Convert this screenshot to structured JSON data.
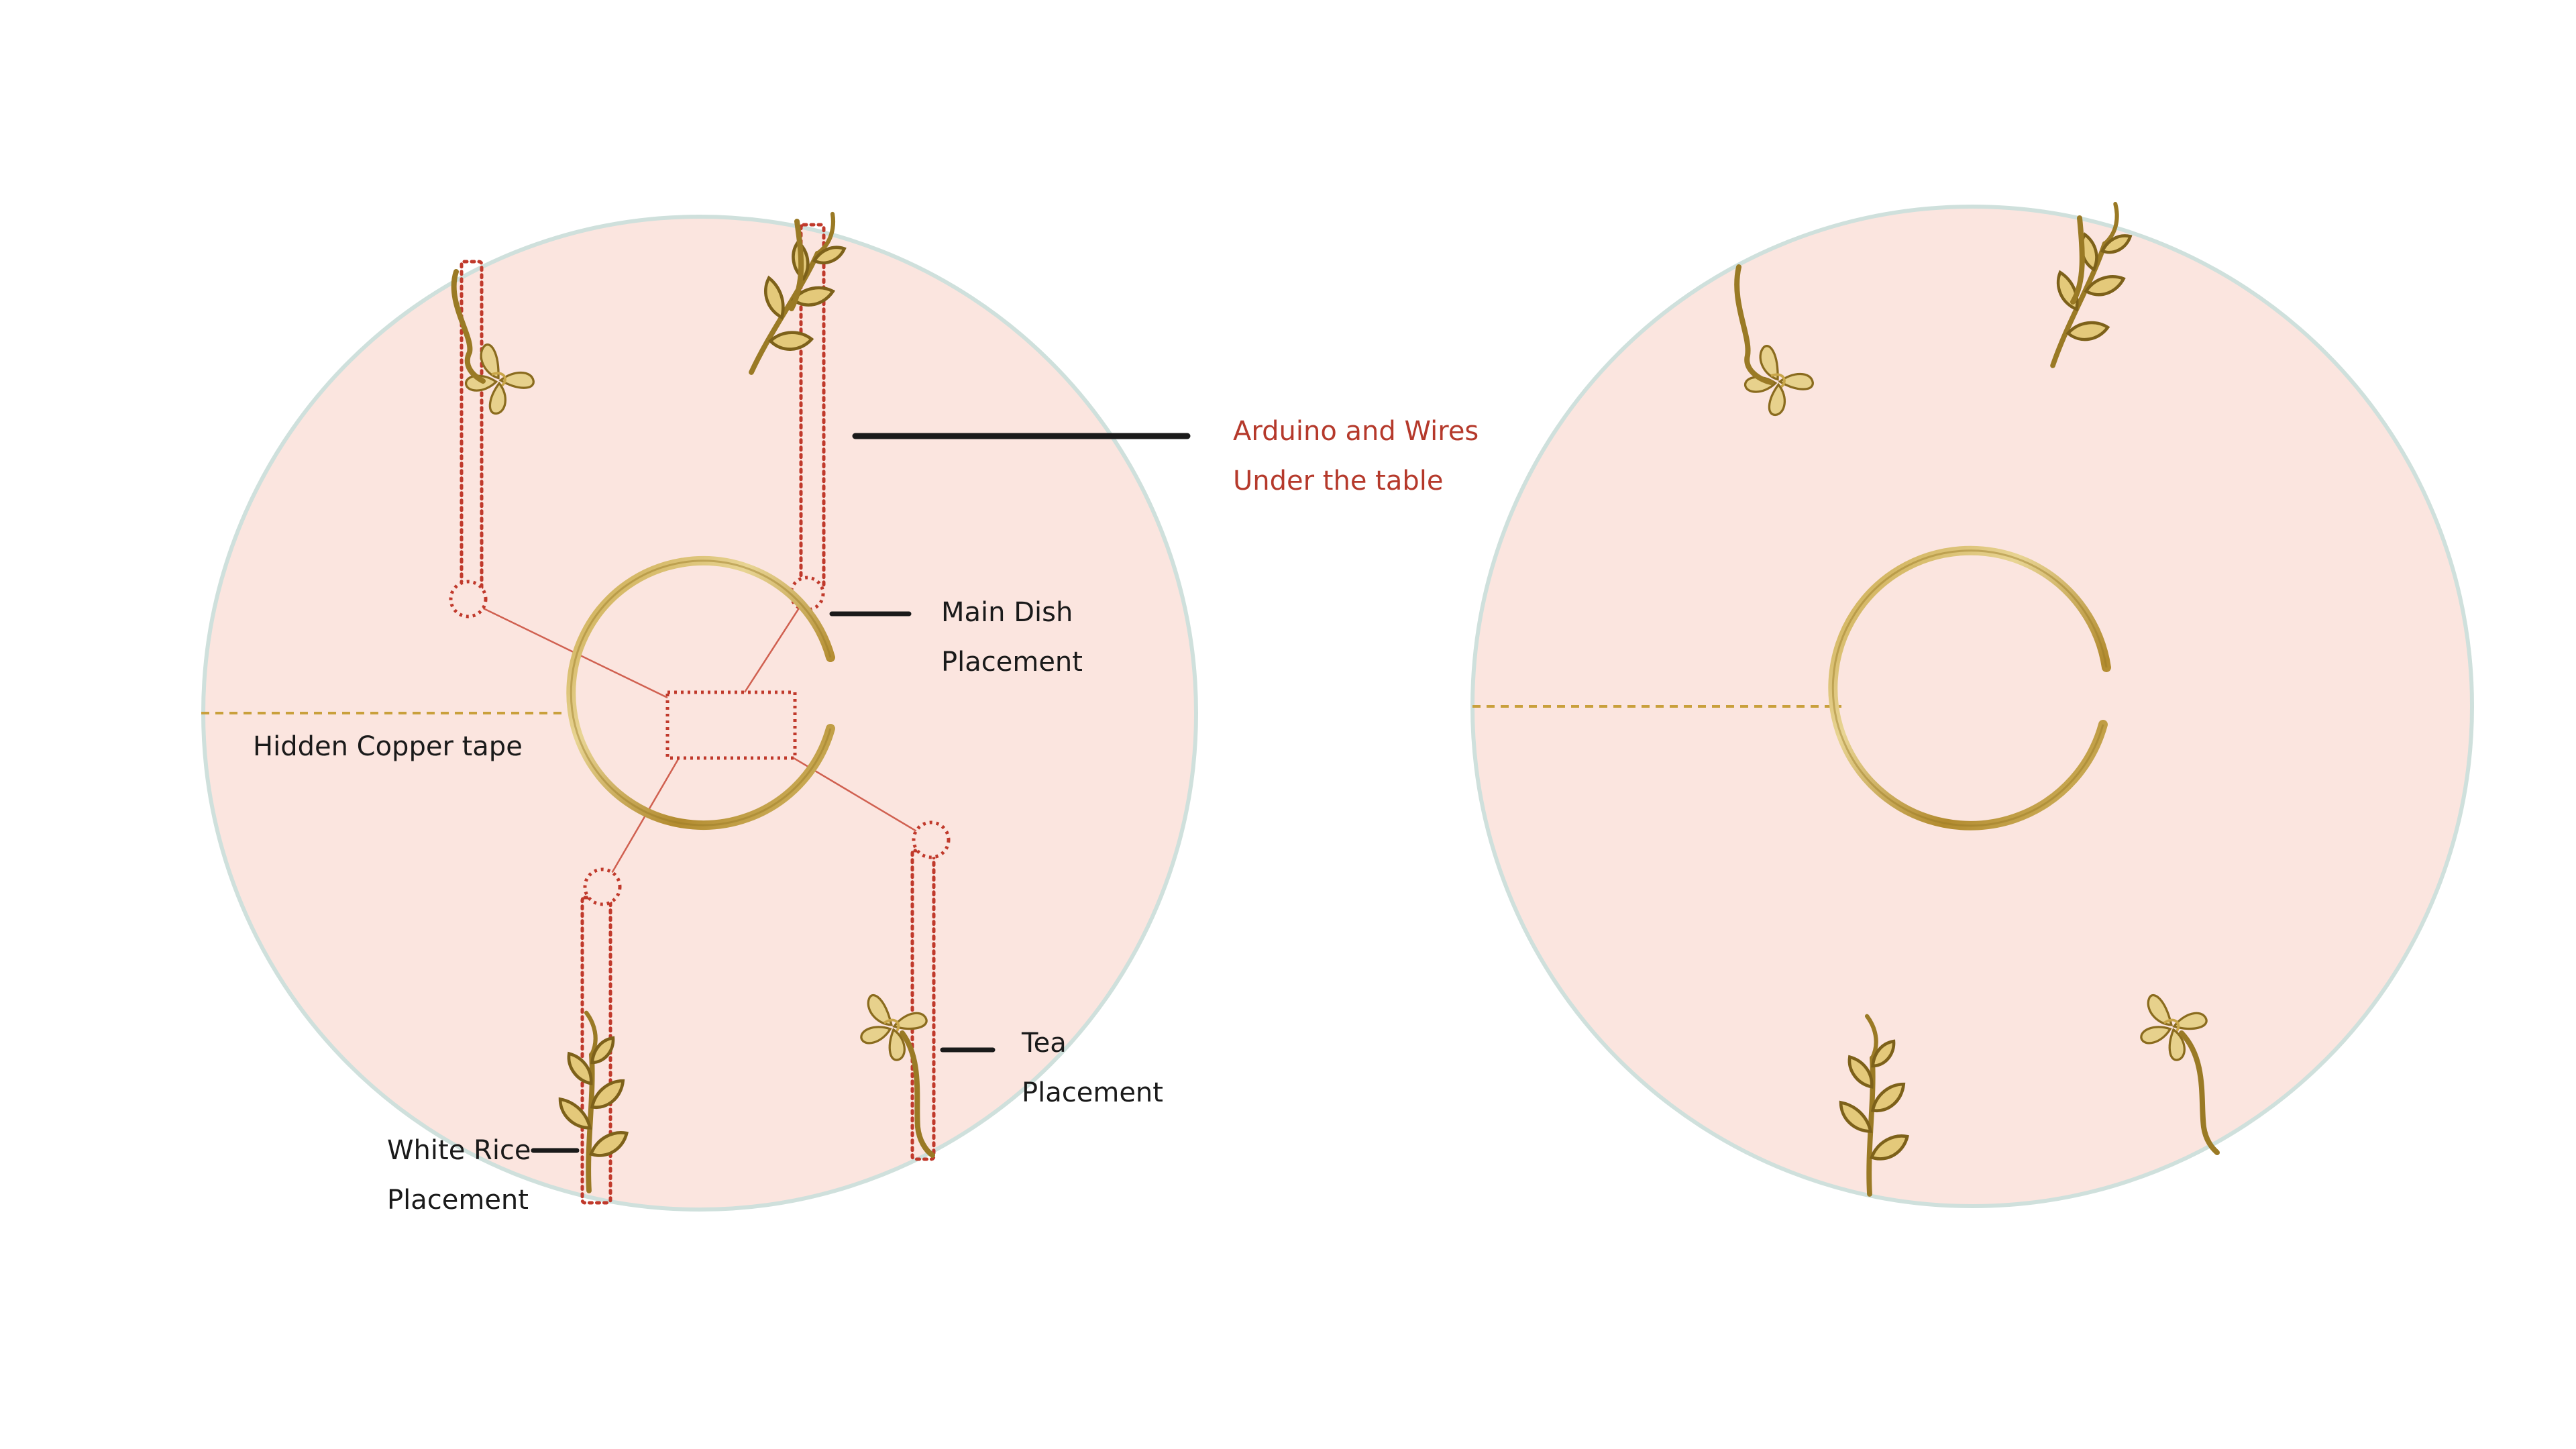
{
  "colors": {
    "tableFill": "#fbe5df",
    "tableStroke": "#cfe0dc",
    "gold": "#b18b2e",
    "goldLight": "#e6cd82",
    "wire": "#c0392b",
    "dark": "#1a1a1a",
    "accentText": "#b5392b"
  },
  "labels": {
    "arduino_line1": "Arduino and Wires",
    "arduino_line2": "Under the table",
    "main_dish_line1": "Main Dish",
    "main_dish_line2": "Placement",
    "copper_tape": "Hidden Copper tape",
    "tea_line1": "Tea",
    "tea_line2": "Placement",
    "rice_line1": "White Rice",
    "rice_line2": "Placement"
  },
  "icons": {
    "flower": "flower-vine-icon",
    "leaf_sprig": "leaf-sprig-icon",
    "plate_ring": "plate-ring-icon",
    "sensor_pad": "sensor-pad-icon",
    "controller": "arduino-box-icon"
  }
}
